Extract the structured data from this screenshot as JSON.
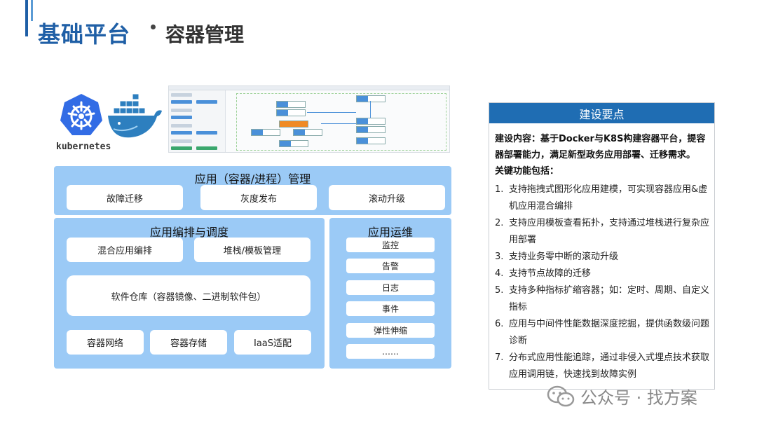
{
  "header": {
    "title": "基础平台",
    "subtitle": "容器管理"
  },
  "logos": {
    "kubernetes_wordmark": "kubernetes",
    "docker_icon": "docker-whale-icon",
    "k8s_icon": "kubernetes-wheel-icon"
  },
  "diagram": {
    "app_management": {
      "title": "应用（容器/进程）管理",
      "items": [
        "故障迁移",
        "灰度发布",
        "滚动升级"
      ]
    },
    "orchestration": {
      "title": "应用编排与调度",
      "row1": [
        "混合应用编排",
        "堆栈/模板管理"
      ],
      "repo": "软件仓库（容器镜像、二进制软件包）",
      "row3": [
        "容器网络",
        "容器存储",
        "IaaS适配"
      ]
    },
    "ops": {
      "title": "应用运维",
      "items": [
        "监控",
        "告警",
        "日志",
        "事件",
        "弹性伸缩",
        "……"
      ]
    }
  },
  "panel": {
    "header": "建设要点",
    "intro_1": "建设内容：基于Docker与K8S构建容器平台，提容器部署能力，满足新型政务应用部署、迁移需求。",
    "intro_2": "关键功能包括：",
    "items": [
      {
        "num": "1.",
        "text": "支持拖拽式图形化应用建模，可实现容器应用&虚机应用混合编排"
      },
      {
        "num": "2.",
        "text": "支持应用模板查看拓扑，支持通过堆栈进行复杂应用部署"
      },
      {
        "num": "3.",
        "text": "支持业务零中断的滚动升级"
      },
      {
        "num": "4.",
        "text": "支持节点故障的迁移"
      },
      {
        "num": "5.",
        "text": "支持多种指标扩缩容器；如：定时、周期、自定义指标"
      },
      {
        "num": "6.",
        "text": "应用与中间件性能数据深度挖掘，提供函数级问题诊断"
      },
      {
        "num": "7.",
        "text": "分布式应用性能追踪，通过非侵入式埋点技术获取应用调用链，快速找到故障实例"
      }
    ]
  },
  "watermark": {
    "text": "公众号 · 找方案",
    "icon": "wechat-icon"
  },
  "colors": {
    "brand_blue": "#1f5fa6",
    "panel_header": "#1f6db3",
    "diagram_blue": "#9bcaf6"
  }
}
